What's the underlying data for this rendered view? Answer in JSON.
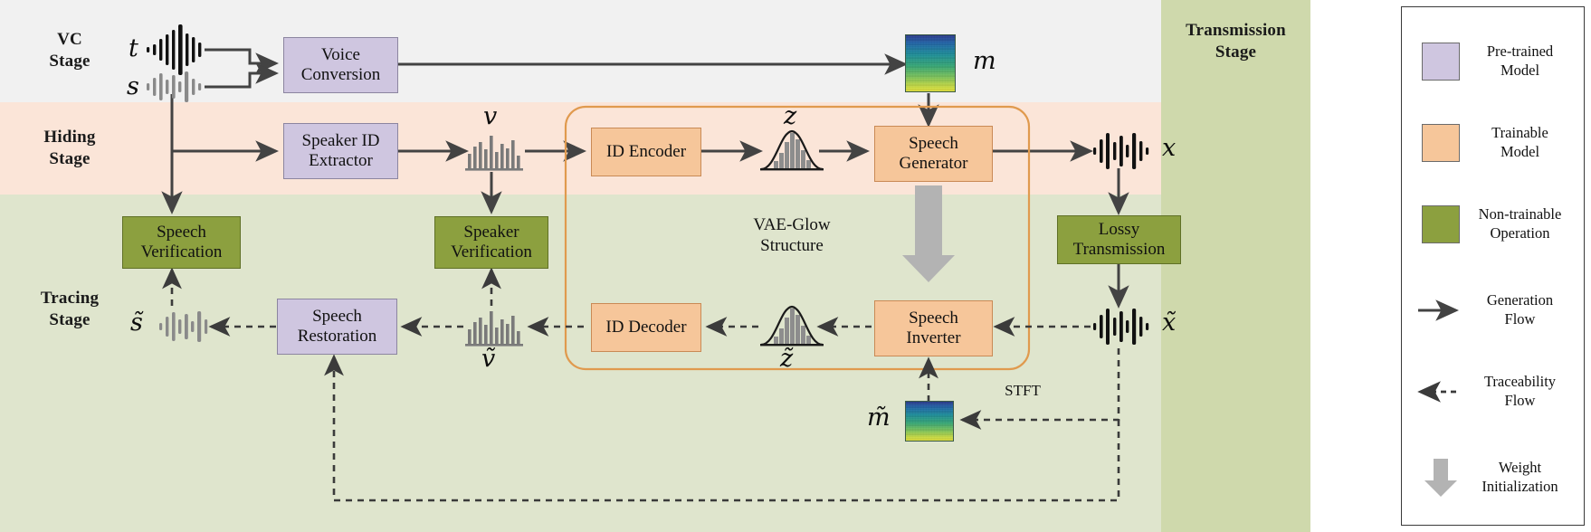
{
  "figure": {
    "title": "Speech watermarking / traceability pipeline",
    "stages": [
      {
        "id": "vc",
        "label": "VC\nStage",
        "label_line1": "VC",
        "label_line2": "Stage",
        "color": "#f1f1f1"
      },
      {
        "id": "hiding",
        "label": "Hiding\nStage",
        "label_line1": "Hiding",
        "label_line2": "Stage",
        "color": "#fbe5d8"
      },
      {
        "id": "tracing",
        "label": "Tracing\nStage",
        "label_line1": "Tracing",
        "label_line2": "Stage",
        "color": "#dfe5cd"
      },
      {
        "id": "transmission",
        "label": "Transmission\nStage",
        "label_line1": "Transmission",
        "label_line2": "Stage",
        "color": "#cfd9ac"
      }
    ],
    "blocks": [
      {
        "id": "voice-conversion",
        "line1": "Voice",
        "line2": "Conversion",
        "kind": "pre-trained"
      },
      {
        "id": "speaker-id-extractor",
        "line1": "Speaker ID",
        "line2": "Extractor",
        "kind": "pre-trained"
      },
      {
        "id": "id-encoder",
        "line1": "ID Encoder",
        "line2": "",
        "kind": "trainable"
      },
      {
        "id": "speech-generator",
        "line1": "Speech",
        "line2": "Generator",
        "kind": "trainable"
      },
      {
        "id": "speech-verification-left",
        "line1": "Speech",
        "line2": "Verification",
        "kind": "non-trainable"
      },
      {
        "id": "speaker-verification",
        "line1": "Speaker",
        "line2": "Verification",
        "kind": "non-trainable"
      },
      {
        "id": "lossy-transmission",
        "line1": "Lossy",
        "line2": "Transmission",
        "kind": "non-trainable"
      },
      {
        "id": "speech-restoration",
        "line1": "Speech",
        "line2": "Restoration",
        "kind": "pre-trained"
      },
      {
        "id": "id-decoder",
        "line1": "ID Decoder",
        "line2": "",
        "kind": "trainable"
      },
      {
        "id": "speech-inverter",
        "line1": "Speech",
        "line2": "Inverter",
        "kind": "trainable"
      }
    ],
    "group_label": {
      "line1": "VAE-Glow",
      "line2": "Structure"
    },
    "edge_labels": [
      {
        "id": "stft",
        "text": "STFT"
      }
    ],
    "symbols": [
      {
        "id": "t",
        "text": "t"
      },
      {
        "id": "s",
        "text": "s"
      },
      {
        "id": "v",
        "text": "v"
      },
      {
        "id": "z",
        "text": "z"
      },
      {
        "id": "m",
        "text": "m"
      },
      {
        "id": "x",
        "text": "x"
      },
      {
        "id": "s-tilde",
        "text": "s̃"
      },
      {
        "id": "v-tilde",
        "text": "ṽ"
      },
      {
        "id": "z-tilde",
        "text": "z̃"
      },
      {
        "id": "m-tilde",
        "text": "m̃"
      },
      {
        "id": "x-tilde",
        "text": "x̃"
      }
    ],
    "colors": {
      "pre_trained": "#cfc6e0",
      "trainable": "#f6c69a",
      "non_trainable": "#8ca03f",
      "vae_group_border": "#e09a4e",
      "arrow": "#434343",
      "weight_arrow": "#b3b3b3",
      "band_vc": "#f1f1f1",
      "band_hiding": "#fbe5d8",
      "band_tracing": "#dfe5cd",
      "band_transmission": "#cfd9ac"
    }
  },
  "legend": {
    "items": [
      {
        "id": "pre-trained-model",
        "line1": "Pre-trained",
        "line2": "Model",
        "glyph": "swatch",
        "color": "#cfc6e0"
      },
      {
        "id": "trainable-model",
        "line1": "Trainable",
        "line2": "Model",
        "glyph": "swatch",
        "color": "#f6c69a"
      },
      {
        "id": "non-trainable-op",
        "line1": "Non-trainable",
        "line2": "Operation",
        "glyph": "swatch",
        "color": "#8ca03f"
      },
      {
        "id": "generation-flow",
        "line1": "Generation",
        "line2": "Flow",
        "glyph": "solid-arrow-icon",
        "color": "#434343"
      },
      {
        "id": "traceability-flow",
        "line1": "Traceability",
        "line2": "Flow",
        "glyph": "dashed-arrow-icon",
        "color": "#333333"
      },
      {
        "id": "weight-initialization",
        "line1": "Weight",
        "line2": "Initialization",
        "glyph": "thick-down-arrow-icon",
        "color": "#b3b3b3"
      }
    ]
  }
}
